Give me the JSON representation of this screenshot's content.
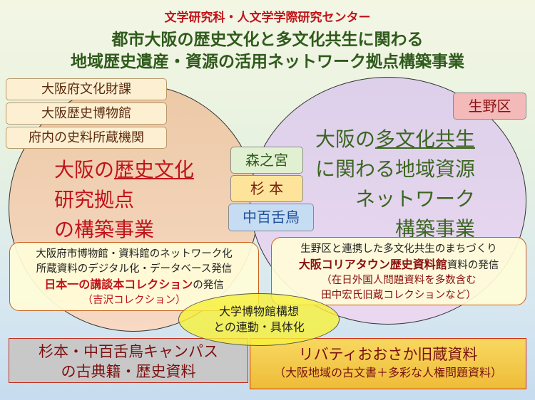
{
  "header": {
    "line1": "文学研究科・人文学学際研究センター",
    "line2": "都市大阪の歴史文化と多文化共生に関わる",
    "line3": "地域歴史遺産・資源の活用ネットワーク拠点構築事業"
  },
  "left_partners": [
    "大阪府文化財課",
    "大阪歴史博物館",
    "府内の史料所蔵機関"
  ],
  "left_circle": {
    "line1_a": "大阪の",
    "line1_b": "歴史文化",
    "line2": "研究拠点",
    "line3": "の構築事業"
  },
  "right_circle": {
    "line1_a": "大阪の",
    "line1_b": "多文化共生",
    "line2": "に関わる地域資源",
    "line3": "ネットワーク",
    "line4": "構築事業"
  },
  "campuses": [
    "森之宮",
    "杉 本",
    "中百舌鳥"
  ],
  "ward": "生野区",
  "left_note": {
    "line1": "大阪府市博物館・資料館のネットワーク化",
    "line2": "所蔵資料のデジタル化・データベース発信",
    "line3_bold": "日本一の講談本コレクション",
    "line3_rest": "の発信",
    "line4": "（吉沢コレクション）"
  },
  "right_note": {
    "line1": "生野区と連携した多文化共生のまちづくり",
    "line2_bold": "大阪コリアタウン歴史資料館",
    "line2_rest": "資料の発信",
    "line3": "（在日外国人問題資料を多数含む",
    "line4": "田中宏氏旧蔵コレクションなど）"
  },
  "center_ellipse": {
    "line1": "大学博物館構想",
    "line2": "との連動・具体化"
  },
  "bottom_left": {
    "line1": "杉本・中百舌鳥キャンパス",
    "line2": "の古典籍・歴史資料"
  },
  "bottom_right": {
    "line1": "リバティおおさか旧蔵資料",
    "line2": "（大阪地域の古文書＋多彩な人権問題資料）"
  }
}
